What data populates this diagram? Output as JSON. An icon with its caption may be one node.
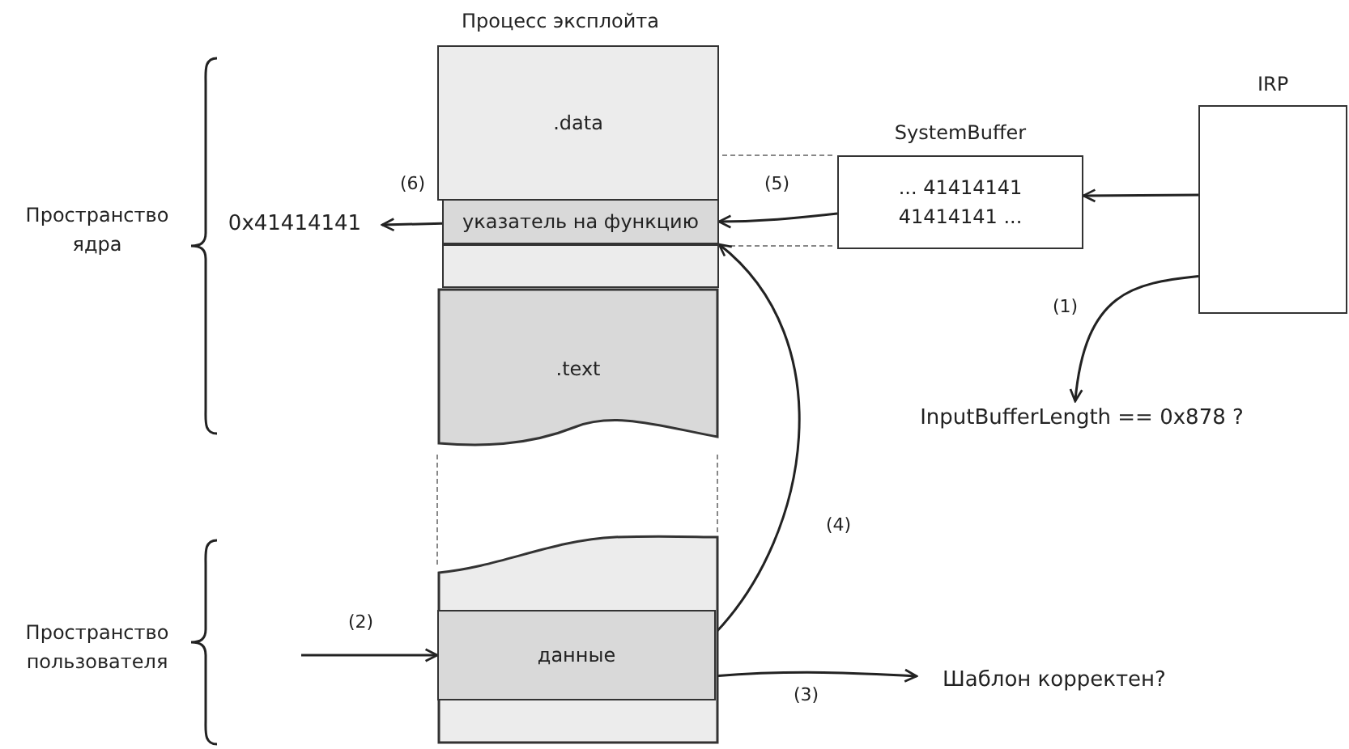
{
  "diagram": {
    "nodes": [
      {
        "text": [
          ".data"
        ]
      },
      {
        "text": [
          "указатель на функцию"
        ]
      },
      {
        "text": [],
        "shape": "box"
      },
      {
        "text": [
          ".text"
        ]
      },
      {
        "text": [],
        "shape": "box"
      },
      {
        "text": [
          "данные"
        ],
        "in": 4
      },
      {
        "text": [
          "0x41414141"
        ]
      },
      {
        "text": [
          "SystemBuffer",
          "... 41414141 41414141 ..."
        ]
      },
      {
        "text": [
          "IRP"
        ]
      },
      {
        "text": [
          "InputBufferLength == 0x878 ?"
        ]
      },
      {
        "text": [
          "Шаблон корректен?"
        ]
      }
    ],
    "edges": [
      {
        "from": 8,
        "to": 7,
        "arrow": "to"
      },
      {
        "from": 8,
        "to": 9,
        "arrow": "to",
        "label": "(1)"
      },
      {
        "from": null,
        "to": 5,
        "arrow": "to",
        "label": "(2)"
      },
      {
        "from": 5,
        "to": 10,
        "arrow": "to",
        "label": "(3)"
      },
      {
        "from": 5,
        "to": 1,
        "arrow": "to",
        "label": "(4)"
      },
      {
        "from": 7,
        "to": 1,
        "arrow": "to",
        "label": "(5)"
      },
      {
        "from": 1,
        "to": 6,
        "arrow": "to",
        "label": "(6)"
      }
    ],
    "labels": [
      "Процесс эксплойта",
      "Пространство ядра",
      "Пространство пользователя"
    ]
  }
}
